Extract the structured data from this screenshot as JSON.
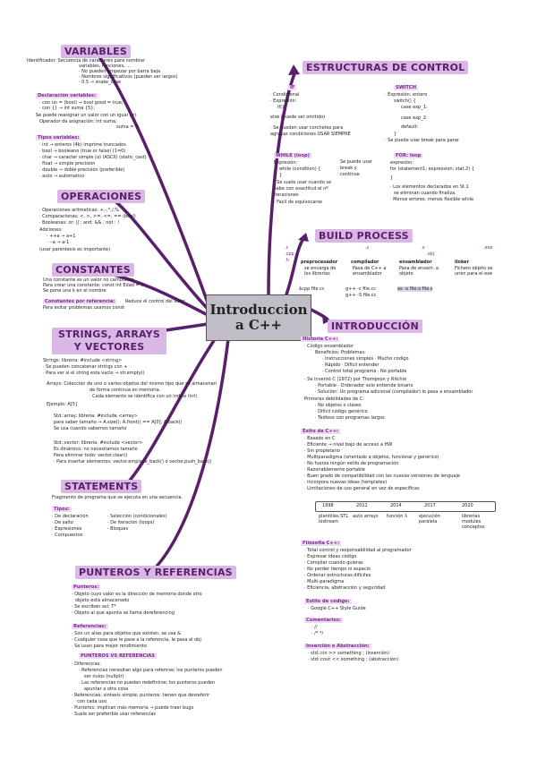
{
  "center": {
    "line1": "Introduccion",
    "line2": "a C++"
  },
  "variables": {
    "title": "VARIABLES",
    "lines": [
      "Identificador: Secuencia de caracteres para nombrar",
      "variables, funciones, ...",
      "· No pueden empezar por barra baja",
      "· Nombres significativos (pueden ser largos)",
      "· 0.5 → snake_case"
    ],
    "decl_title": "Declaración variables:",
    "decl": [
      "· con un = (bool) → bool good = true;",
      "· con {} → int suma {5};",
      "Se puede reasignar un valor con un igual (=)",
      "Operador de asignación: int suma;",
      "suma = 5;"
    ],
    "tipos_title": "Tipos variables:",
    "tipos": [
      "· int → enteros (4b) imprime truncados",
      "· bool → booleano (true or false) (1=0)",
      "· char → caracter simple (a) (ASCII) (static_cast)",
      "· float → simple precision",
      "· double → doble precisión (preferible)",
      "· auto → automatico"
    ]
  },
  "operaciones": {
    "title": "OPERACIONES",
    "lines": [
      "· Operaciones aritmeticas: +,-,*,/,%",
      "· Comparaciones: <, >, >=, <=, == (bool)",
      "· Booleanas: or: || ; and: && ; not : !",
      "Adiciones:",
      "· ++a → a+1",
      "· --a → a-1",
      "(usar parentesis es importante)"
    ]
  },
  "constantes": {
    "title": "CONSTANTES",
    "lines": [
      "Una constante es un valor no cambiante",
      "Para crear una constante: const int Edad = 5;",
      "Se pone una k en el nombre"
    ],
    "ref_label": "Constantes por referencia:",
    "ref_text": "Reduce el control del valor",
    "ref_text2": "Para evitar problemas usamos const"
  },
  "strings": {
    "title": "STRINGS, ARRAYS Y VECTORES",
    "lines": [
      "Strings: libreria: #include <string>",
      "· Se pueden concatenar strings con +",
      "· Para ver si el string esta vacio → str.empty()",
      "Arrays: Colección de uno o varios objetos del mismo tipo que se almacenan",
      "de forma continua en memoria.",
      "· Cada elemento se identifica con un indice (int)",
      "Ejemplo: A[5]",
      "Std::array: libreria: #include <array>",
      "para saber tamaño → A.size(); A.front() == A[0]; A.back()",
      "Se usa cuando sabemos tamaño",
      "Std::vector: libreria: #include <vector>",
      "Es dinámico: no necesitamos tamaño",
      "Para eliminar todo: vector.clear()",
      "· Para insertar elementos: vector.emplace_back() ó vector.push_back()"
    ]
  },
  "statements": {
    "title": "STATEMENTS",
    "intro": "Fragmento de programa que se ejecuta en una secuencia.",
    "tipos": "Tipos:",
    "col1": [
      "· De declaración",
      "· De salto",
      "· Expresiones",
      "· Compuestos"
    ],
    "col2": [
      "· Selección (condicionales)",
      "· De iteración (loops)",
      "· Bloques"
    ]
  },
  "punteros": {
    "title": "PUNTEROS Y REFERENCIAS",
    "p_title": "Punteros:",
    "p": [
      "· Objeto cuyo valor es la dirección de memoria donde otro",
      "objeto está almacenado",
      "· Se escriben así: T*",
      "· Objeto al que apunta se llama dereferencing"
    ],
    "r_title": "Referencias:",
    "r": [
      "· Son un alias para objetos que existen, se usa &",
      "· Cualquier cosa que le pase a la referencia, le pasa al obj",
      "· Se usan para mejor rendimiento"
    ],
    "vs_title": "PUNTEROS VS REFERENCIAS",
    "vs": [
      "· Diferencias:",
      "· Referencias necesitan algo para referirse; los punteros pueden",
      "ser nulos (nullptr)",
      "· Las referencias no pueden redefinirse; los punteros pueden",
      "apuntar a otra cosa",
      "· Referencias: sintaxis simple; punteros: tienen que desreferir",
      "con cada uso",
      "· Punteros: implican más memoria → puede traer bugs",
      "· Suele ser preferible usar referencias"
    ]
  },
  "estructuras": {
    "title": "ESTRUCTURAS DE CONTROL",
    "if_label": "IF",
    "if_lines": [
      "· Condicional",
      "· Expresión:",
      "if()",
      "else (puede ser omitido)",
      "· Se pueden usar corchetes para",
      "agrupar condiciones USAR SIEMPRE"
    ],
    "switch_label": "SWITCH",
    "switch_lines": [
      "· Expresión: entero",
      "switch() {",
      "case exp_1:",
      "case exp_2:",
      "default:",
      "}",
      "· Se puede usar break para parar"
    ],
    "while_label": "WHILE (loop)",
    "while_lines": [
      "Expresión:",
      "while (condition) {",
      "}",
      "· Se suele usar cuando se",
      "sabe con exactitud el nº",
      "iteraciones",
      "· Facil de equivocarse"
    ],
    "while_side": [
      "Se puede usar",
      "break y",
      "continue"
    ],
    "for_label": "FOR: loop",
    "for_lines": [
      "expresión:",
      "for (statement1; expression; stat.2) {",
      "}",
      "· Los elementos declarados en St.1",
      "se eliminan cuando finaliza.",
      "· Menos errores, menos flexible while"
    ]
  },
  "build": {
    "title": "BUILD PROCESS",
    "exts": [
      ".c",
      ".cpp",
      ".h",
      ".s",
      ".o",
      ".obj",
      ".exe"
    ],
    "steps": [
      "preprocesador",
      "compilador",
      "ensamblador",
      "linker"
    ],
    "descs": [
      "se encarga de los librerías",
      "Pasa de C++ a ensamblador",
      "Pasa de ensam. a objeto",
      "Fichero objeto se unen para el exe"
    ],
    "cmds": [
      "$cpp file.cc",
      "g++ -c file.cc",
      "g++ -S file.cc",
      "as -o file.o file.s"
    ]
  },
  "intro": {
    "title": "INTRODUCCIÓN",
    "hist_title": "Historia C++:",
    "hist": [
      "· Código ensamblador",
      "Beneficios: Problemas:",
      "· Instrucciones simples · Mucho código",
      "· Rápido · Difícil entender",
      "· Control total programa · No portable",
      "· Se inventó C (1972) por Thompson y Ritchie",
      "· Portable · Ordenador solo entiende binario",
      "· Solución: Un programa adicional (compilador) lo pasa a ensamblador",
      "Primeras debilidades de C:",
      "· No objetos o clases",
      "· Difícil código genérico",
      "· Tedioso con programas largos"
    ],
    "exito_title": "Éxito de C++:",
    "exito": [
      "· Basado en C",
      "· Eficiente → nivel bajo de acceso a HW",
      "· Sin propietario",
      "· Multiparadigma (orientado a objetos, funcional y genérico)",
      "· No fuerza ningún estilo de programación",
      "· Razonablemente portable",
      "· Buen grado de compatibilidad con las nuevas versiones de lenguaje",
      "· Incorpora nuevas ideas (templates)",
      "· Limitaciones de uso general en vez de específicas"
    ],
    "timeline_years": [
      "1998",
      "2011",
      "2014",
      "2017",
      "2020"
    ],
    "timeline_items": [
      "plantillas STL iostream",
      "auto arrays",
      "función λ",
      "ejecución paralela",
      "librerías modules conceptos"
    ],
    "filo_title": "Filosofía C++:",
    "filo": [
      "· Total control y responsabilidad al programador",
      "· Expresar ideas código",
      "· Compilar cuando quieras",
      "· No perder tiempo ni espacio",
      "· Ordenar estructuras difíciles",
      "· Multi-paradigma",
      "· Eficiencia, abstracción y seguridad"
    ],
    "estilo_title": "Estilo de código:",
    "estilo": [
      "· Google C++ Style Guide"
    ],
    "coment_title": "Comentarios:",
    "coment": [
      "· //",
      "· /* */"
    ],
    "io_title": "Inserción o Abstracción:",
    "io": [
      "· std::cin >> something ; (inserción)",
      "· std::cout << something ; (abstracción)"
    ]
  }
}
